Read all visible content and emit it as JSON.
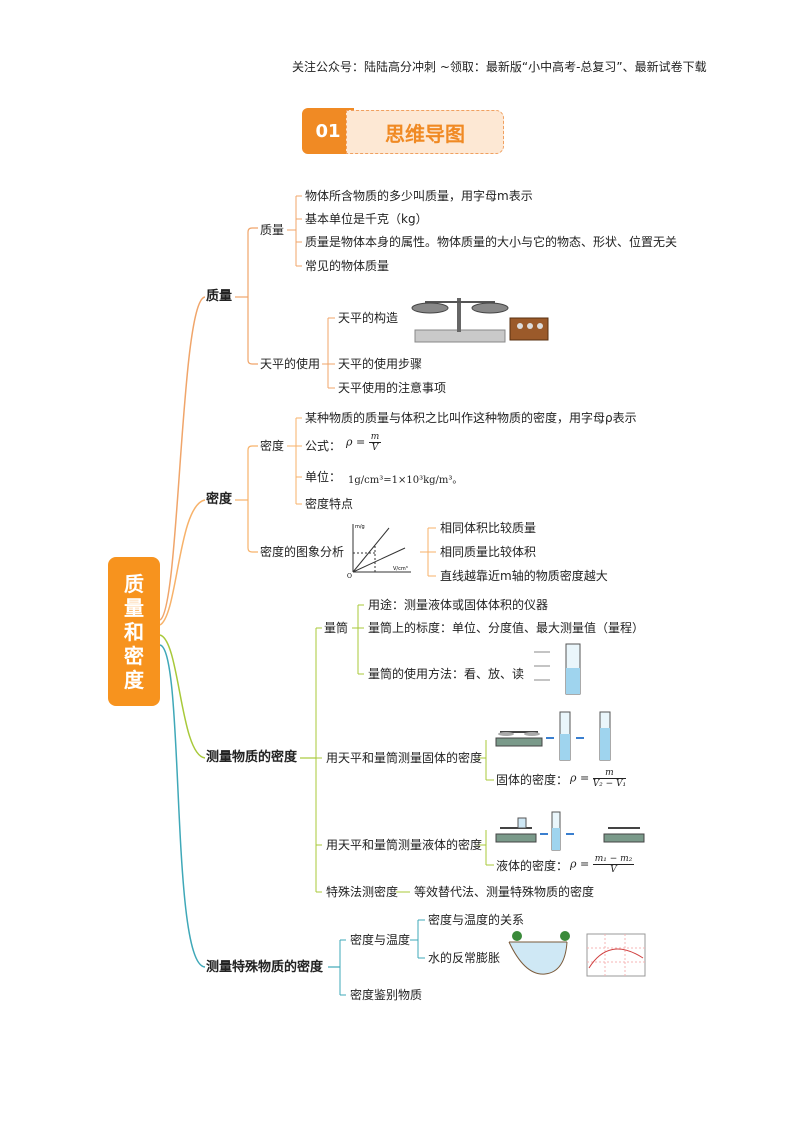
{
  "header": "关注公众号：陆陆高分冲刺  ~领取：最新版“小中高考-总复习”、最新试卷下载",
  "banner": {
    "num": "01",
    "title": "思维导图"
  },
  "root": "质\n量\n和\n密\n度",
  "mass": {
    "title": "质量",
    "sub1": "质量",
    "items": [
      "物体所含物质的多少叫质量，用字母m表示",
      "基本单位是千克（kg）",
      "质量是物体本身的属性。物体质量的大小与它的物态、形状、位置无关",
      "常见的物体质量"
    ],
    "sub2": "天平的使用",
    "balance_items": [
      "天平的构造",
      "天平的使用步骤",
      "天平使用的注意事项"
    ]
  },
  "density": {
    "title": "密度",
    "sub1": "密度",
    "items": [
      "某种物质的质量与体积之比叫作这种物质的密度，用字母ρ表示",
      "公式：",
      "单位：",
      "密度特点"
    ],
    "formula": {
      "lhs": "ρ =",
      "num": "m",
      "den": "V"
    },
    "unit": "1g/cm³=1×10³kg/m³。",
    "sub2": "密度的图象分析",
    "graph_items": [
      "相同体积比较质量",
      "相同质量比较体积",
      "直线越靠近m轴的物质密度越大"
    ],
    "graph": {
      "ylabel": "m/g",
      "xlabel": "V/cm³",
      "origin": "O"
    }
  },
  "measure": {
    "title": "测量物质的密度",
    "cyl": "量筒",
    "cyl_items": [
      "用途：测量液体或固体体积的仪器",
      "量筒上的标度：单位、分度值、最大测量值（量程）",
      "量筒的使用方法：看、放、读"
    ],
    "solid": "用天平和量筒测量固体的密度",
    "solid_formula_label": "固体的密度：",
    "solid_formula": {
      "lhs": "ρ =",
      "num": "m",
      "den": "V₂ − V₁"
    },
    "liquid": "用天平和量筒测量液体的密度",
    "liquid_formula_label": "液体的密度：",
    "liquid_formula": {
      "lhs": "ρ =",
      "num": "m₁ − m₂",
      "den": "V"
    },
    "special": "特殊法测密度",
    "special_item": "等效替代法、测量特殊物质的密度"
  },
  "special_density": {
    "title": "测量特殊物质的密度",
    "sub1": "密度与温度",
    "items": [
      "密度与温度的关系",
      "水的反常膨胀"
    ],
    "sub2": "密度鉴别物质"
  },
  "colors": {
    "orange": "#f08a24",
    "root": "#f7931e",
    "yellowgreen": "#a8c93a",
    "teal": "#3fa8b8",
    "lineOrange": "#f0a56a"
  }
}
